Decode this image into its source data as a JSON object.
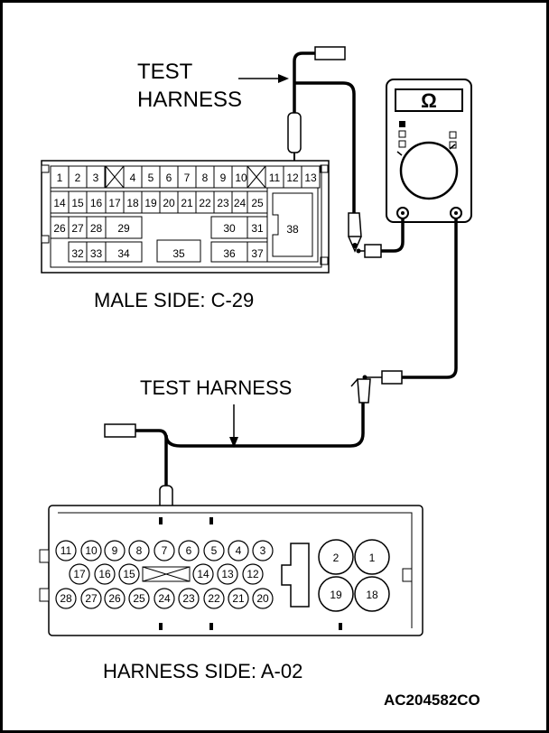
{
  "labels": {
    "test_harness_top_line1": "TEST",
    "test_harness_top_line2": "HARNESS",
    "male_side": "MALE SIDE: C-29",
    "test_harness_mid": "TEST HARNESS",
    "harness_side": "HARNESS SIDE: A-02",
    "figure_code": "AC204582CO"
  },
  "meter": {
    "symbol": "Ω"
  },
  "male_connector": {
    "row1": [
      "1",
      "2",
      "3",
      "4",
      "5",
      "6",
      "7",
      "8",
      "9",
      "10",
      "11",
      "12",
      "13"
    ],
    "row2": [
      "14",
      "15",
      "16",
      "17",
      "18",
      "19",
      "20",
      "21",
      "22",
      "23",
      "24",
      "25"
    ],
    "row3": [
      "26",
      "27",
      "28",
      "29",
      "30",
      "31"
    ],
    "row4": [
      "32",
      "33",
      "34",
      "35",
      "36",
      "37"
    ],
    "big": [
      "38"
    ]
  },
  "harness_connector": {
    "row1": [
      "11",
      "10",
      "9",
      "8",
      "7",
      "6",
      "5",
      "4",
      "3"
    ],
    "row2": [
      "17",
      "16",
      "15",
      "14",
      "13",
      "12"
    ],
    "row3": [
      "28",
      "27",
      "26",
      "25",
      "24",
      "23",
      "22",
      "21",
      "20"
    ],
    "big": [
      "2",
      "1",
      "19",
      "18"
    ]
  }
}
